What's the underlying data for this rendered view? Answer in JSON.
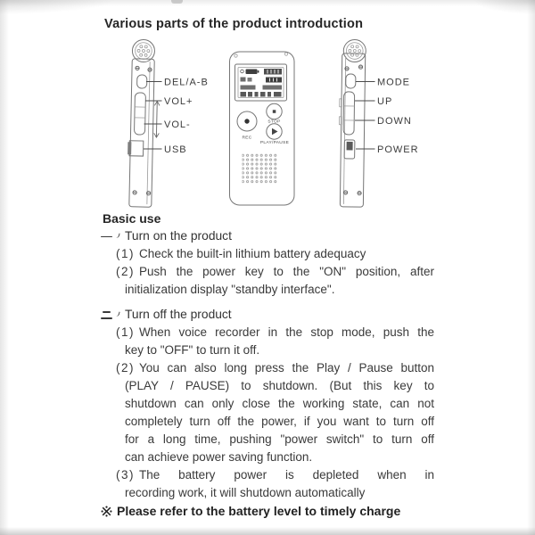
{
  "page": {
    "title": "Various parts of the product introduction"
  },
  "diagram": {
    "left_device": {
      "labels": [
        {
          "label": "DEL/A-B"
        },
        {
          "label": "VOL+"
        },
        {
          "label": "VOL-"
        },
        {
          "label": "USB"
        }
      ]
    },
    "front_device": {
      "button_labels": [
        {
          "label": "REC"
        },
        {
          "label": "STOP"
        },
        {
          "label": "PLAY/PAUSE"
        }
      ]
    },
    "right_device": {
      "labels": [
        {
          "label": "MODE"
        },
        {
          "label": "UP"
        },
        {
          "label": "DOWN"
        },
        {
          "label": "POWER"
        }
      ]
    }
  },
  "instructions": {
    "heading": "Basic use",
    "section1": {
      "marker": "一、",
      "title": "Turn on the product",
      "lines": [
        {
          "num": "(1)",
          "text": "Check the built-in lithium battery adequacy"
        },
        {
          "num": "(2)",
          "text": "Push the power key to the \"ON\" position, after"
        },
        {
          "text": "initialization display \"standby interface\"."
        }
      ]
    },
    "section2": {
      "marker": "二、",
      "title": "Turn off the product",
      "lines": [
        {
          "num": "(1)",
          "text": "When voice recorder in the stop mode, push the"
        },
        {
          "text": "key to \"OFF\" to turn it off."
        },
        {
          "num": "(2)",
          "text": "You can also long press the Play / Pause button"
        },
        {
          "text": "(PLAY / PAUSE) to shutdown. (But this key to"
        },
        {
          "text": "shutdown can only close the working state, can not"
        },
        {
          "text": "completely turn off the power, if you want to turn off"
        },
        {
          "text": "for a long time, pushing \"power switch\" to turn off"
        },
        {
          "text": "can achieve power saving function."
        },
        {
          "num": "(3)",
          "text": "The battery power is depleted when in"
        },
        {
          "text": "recording work, it will shutdown automatically"
        }
      ]
    },
    "note_marker": "※",
    "note_text": "Please refer to the battery level to timely charge"
  }
}
